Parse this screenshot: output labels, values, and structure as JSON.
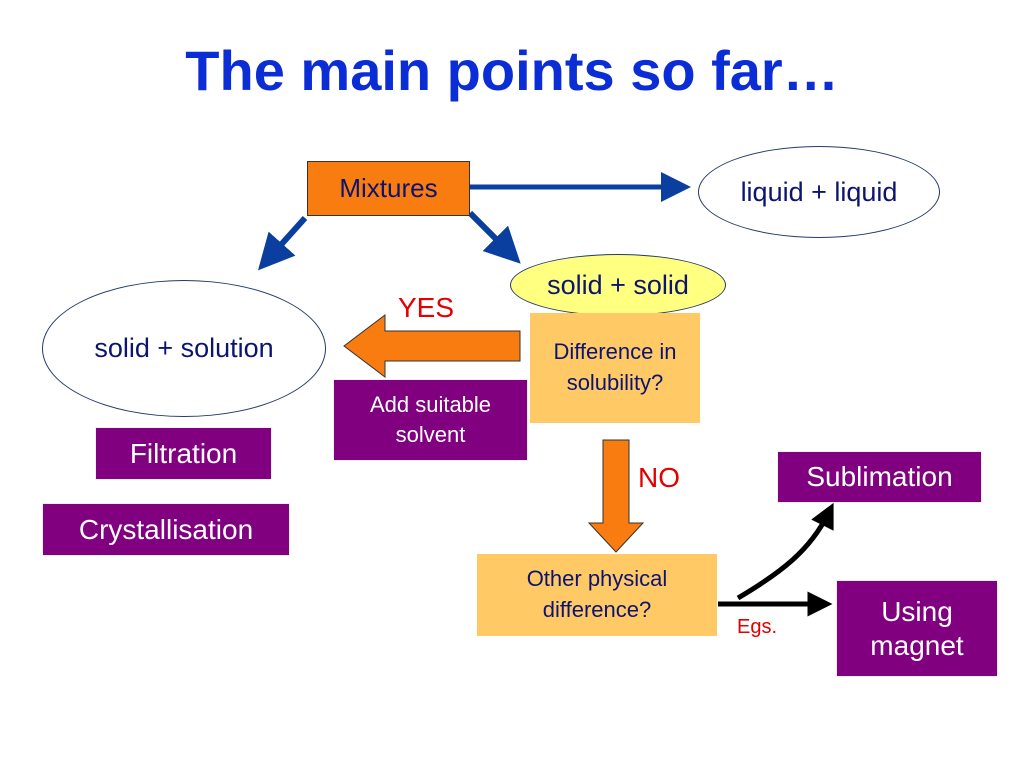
{
  "slide": {
    "title": "The main points so far…"
  },
  "nodes": {
    "mixtures": "Mixtures",
    "liquid_liquid": "liquid + liquid",
    "solid_solution": "solid + solution",
    "solid_solid": "solid + solid",
    "difference_solubility": "Difference in solubility?",
    "add_solvent": "Add suitable solvent",
    "filtration": "Filtration",
    "crystallisation": "Crystallisation",
    "other_difference": "Other physical difference?",
    "sublimation": "Sublimation",
    "using_magnet": "Using magnet"
  },
  "labels": {
    "yes": "YES",
    "no": "NO",
    "egs": "Egs."
  },
  "colors": {
    "title": "#0a2dd6",
    "blue_arrow": "#0a3fa0",
    "orange": "#f97c10",
    "purple": "#800080",
    "tan": "#ffc966",
    "yellow": "#ffff80",
    "red": "#e30000"
  }
}
